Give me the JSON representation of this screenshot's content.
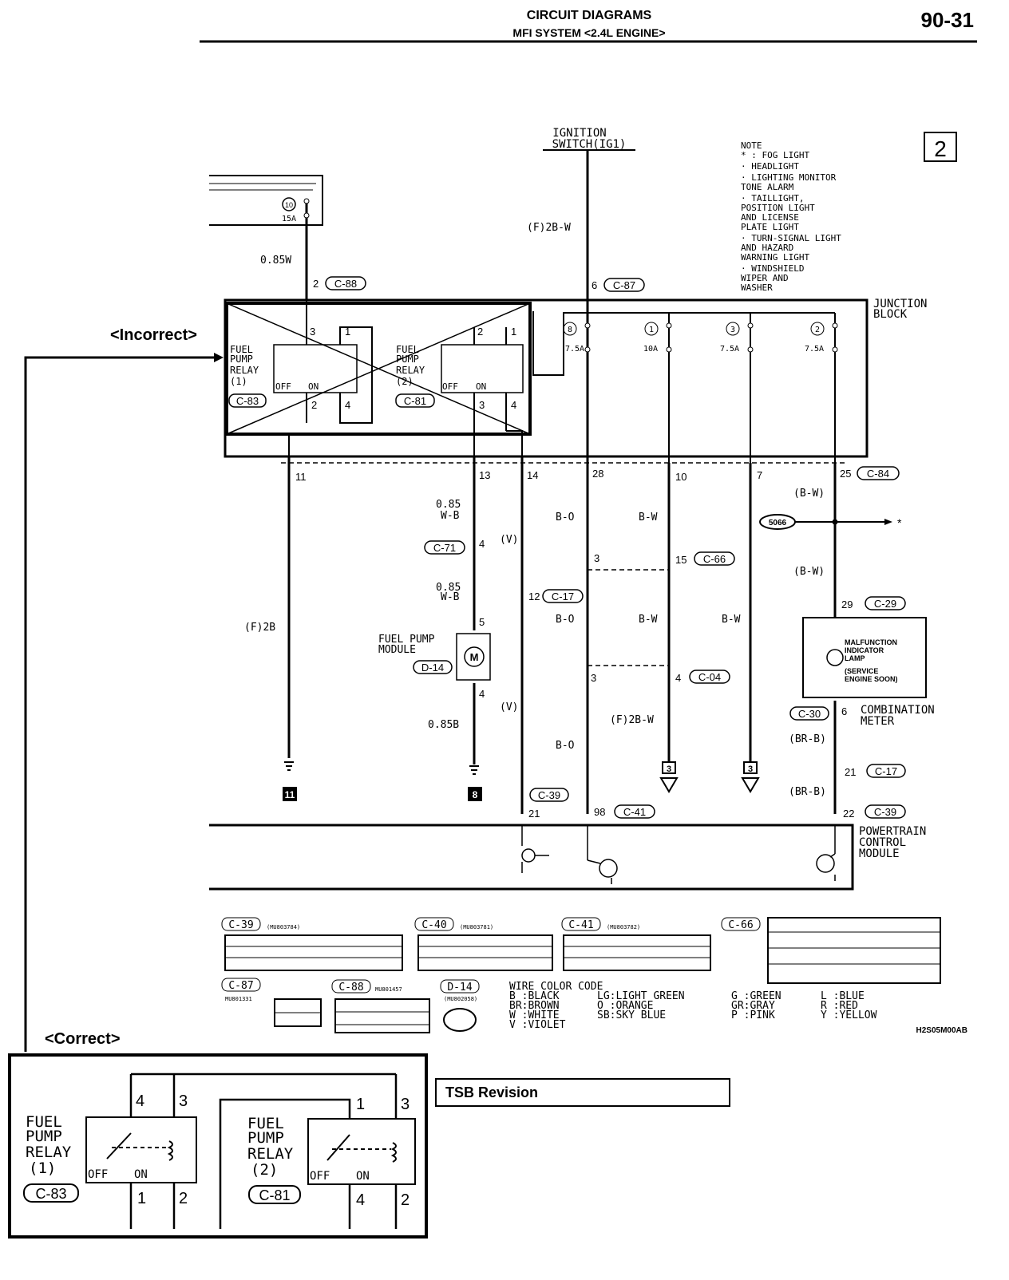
{
  "header": {
    "title": "CIRCUIT DIAGRAMS",
    "subtitle": "MFI SYSTEM <2.4L ENGINE>",
    "page_number": "90-31"
  },
  "sheet_number": "2",
  "labels": {
    "incorrect": "<Incorrect>",
    "correct": "<Correct>",
    "tsb_revision": "TSB Revision",
    "ignition_switch": [
      "IGNITION",
      "SWITCH(IG1)"
    ],
    "junction_block": [
      "JUNCTION",
      "BLOCK"
    ],
    "powertrain": [
      "POWERTRAIN",
      "CONTROL",
      "MODULE"
    ],
    "combination_meter": [
      "COMBINATION",
      "METER"
    ],
    "mil": [
      "MALFUNCTION",
      "INDICATOR",
      "LAMP",
      "(SERVICE",
      "ENGINE SOON)"
    ],
    "fuel_pump_module": [
      "FUEL PUMP",
      "MODULE"
    ],
    "relay1": [
      "FUEL",
      "PUMP",
      "RELAY",
      "(1)"
    ],
    "relay2": [
      "FUEL",
      "PUMP",
      "RELAY",
      "(2)"
    ],
    "off": "OFF",
    "on": "ON",
    "drawing_code": "H2S05M00AB",
    "fuse_15a": "15A",
    "fuse_10_num": "10"
  },
  "note": {
    "title": "NOTE",
    "lines": [
      "* : FOG LIGHT",
      "  · HEADLIGHT",
      "  · LIGHTING MONITOR",
      "    TONE ALARM",
      "  · TAILLIGHT,",
      "    POSITION LIGHT",
      "    AND LICENSE",
      "    PLATE LIGHT",
      "  · TURN-SIGNAL LIGHT",
      "    AND HAZARD",
      "    WARNING LIGHT",
      "  · WINDSHIELD",
      "    WIPER AND",
      "    WASHER"
    ]
  },
  "connectors": {
    "c88": "C-88",
    "c87": "C-87",
    "c83": "C-83",
    "c81": "C-81",
    "c84": "C-84",
    "c71": "C-71",
    "c17": "C-17",
    "c66": "C-66",
    "c29": "C-29",
    "d14": "D-14",
    "c04": "C-04",
    "c30": "C-30",
    "c39": "C-39",
    "c41": "C-41",
    "c40": "C-40"
  },
  "wires": {
    "w085w": "0.85W",
    "f2bw_top": "(F)2B-W",
    "w085wb_1": "0.85",
    "w085wb_1b": "W-B",
    "w085wb_2": "0.85",
    "w085wb_2b": "W-B",
    "w085b": "0.85B",
    "f2b": "(F)2B",
    "v1": "(V)",
    "v2": "(V)",
    "bo1": "B-O",
    "bo2": "B-O",
    "bo3": "B-O",
    "bw1": "B-W",
    "bw2": "B-W",
    "bw3": "B-W",
    "bw_paren1": "(B-W)",
    "bw_paren2": "(B-W)",
    "brb1": "(BR-B)",
    "brb2": "(BR-B)",
    "f2bw_low": "(F)2B-W"
  },
  "fuses": [
    {
      "num": "8",
      "amp": "7.5A"
    },
    {
      "num": "1",
      "amp": "10A"
    },
    {
      "num": "3",
      "amp": "7.5A"
    },
    {
      "num": "2",
      "amp": "7.5A"
    }
  ],
  "pins": {
    "p2_c88": "2",
    "p6_c87": "6",
    "p11": "11",
    "p13": "13",
    "p14": "14",
    "p28": "28",
    "p10": "10",
    "p7": "7",
    "p25": "25",
    "p4_c71": "4",
    "p12": "12",
    "p3a": "3",
    "p15": "15",
    "p5": "5",
    "p3b": "3",
    "p4_c04": "4",
    "p4_mod": "4",
    "p29": "29",
    "p6_c30": "6",
    "p21_c17": "21",
    "p21": "21",
    "p98": "98",
    "p22": "22",
    "r1_3": "3",
    "r1_1": "1",
    "r1_2": "2",
    "r1_4": "4",
    "r2_2": "2",
    "r2_1": "1",
    "r2_3": "3",
    "r2_4": "4"
  },
  "grounds": {
    "g11": "11",
    "g8": "8",
    "g3a": "3",
    "g3b": "3"
  },
  "splice": "5066",
  "asterisk": "*",
  "correct_pins": {
    "r1_top_a": "4",
    "r1_top_b": "3",
    "r1_bot_a": "1",
    "r1_bot_b": "2",
    "r2_top_a": "1",
    "r2_top_b": "3",
    "r2_bot_a": "4",
    "r2_bot_b": "2"
  },
  "color_code": {
    "title": "WIRE COLOR CODE",
    "col1": [
      "B :BLACK",
      "BR:BROWN",
      "W :WHITE",
      "V :VIOLET"
    ],
    "col2": [
      "LG:LIGHT GREEN",
      "O :ORANGE",
      "SB:SKY BLUE"
    ],
    "col3": [
      "G :GREEN",
      "GR:GRAY",
      "P :PINK"
    ],
    "col4": [
      "L :BLUE",
      "R :RED",
      "Y :YELLOW"
    ]
  },
  "connector_blocks": [
    {
      "id": "C-39",
      "part": "(MU803784)"
    },
    {
      "id": "C-40",
      "part": "(MU803781)"
    },
    {
      "id": "C-41",
      "part": "(MU803782)"
    },
    {
      "id": "C-66",
      "part": ""
    },
    {
      "id": "C-87",
      "part": "MU801331"
    },
    {
      "id": "C-88",
      "part": "MU801457"
    },
    {
      "id": "D-14",
      "part": "(MU802058)"
    }
  ]
}
